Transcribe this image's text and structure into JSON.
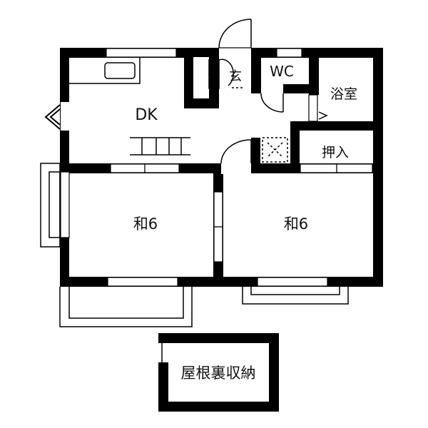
{
  "rooms": {
    "dk": "DK",
    "entrance": "玄",
    "wc": "WC",
    "bath": "浴室",
    "closet": "押入",
    "washitsu_left": "和6",
    "washitsu_right": "和6",
    "attic_storage": "屋根裏収納"
  },
  "colors": {
    "wall": "#000000",
    "background": "#ffffff"
  }
}
